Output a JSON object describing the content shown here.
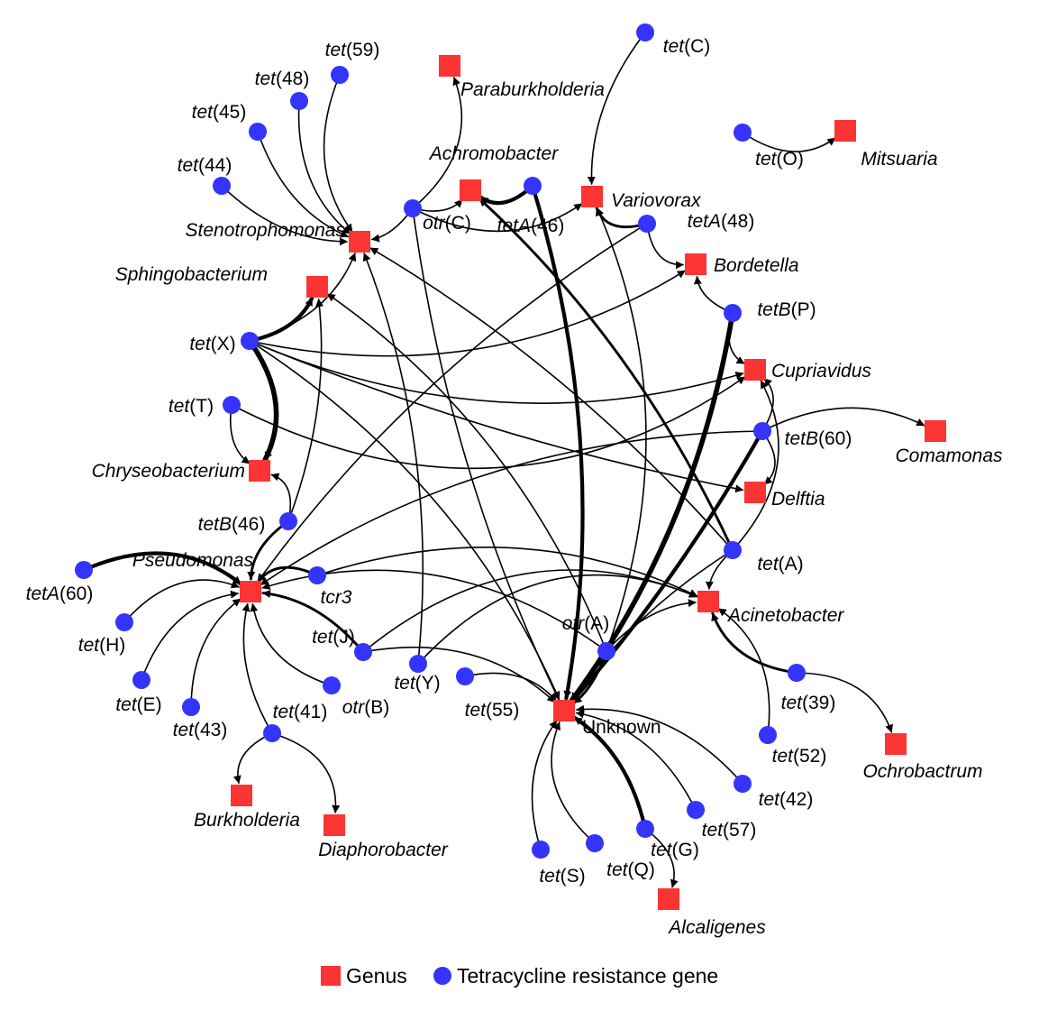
{
  "colors": {
    "genus": "#fc3434",
    "gene": "#3434fc",
    "edge": "#000000"
  },
  "legend": {
    "genus": "Genus",
    "gene": "Tetracycline resistance gene"
  },
  "genera": [
    {
      "id": "paraburkholderia",
      "label": "Paraburkholderia"
    },
    {
      "id": "achromobacter",
      "label": "Achromobacter"
    },
    {
      "id": "variovorax",
      "label": "Variovorax"
    },
    {
      "id": "mitsuaria",
      "label": "Mitsuaria"
    },
    {
      "id": "stenotrophomonas",
      "label": "Stenotrophomonas"
    },
    {
      "id": "bordetella",
      "label": "Bordetella"
    },
    {
      "id": "sphingobacterium",
      "label": "Sphingobacterium"
    },
    {
      "id": "cupriavidus",
      "label": "Cupriavidus"
    },
    {
      "id": "comamonas",
      "label": "Comamonas"
    },
    {
      "id": "chryseobacterium",
      "label": "Chryseobacterium"
    },
    {
      "id": "delftia",
      "label": "Delftia"
    },
    {
      "id": "pseudomonas",
      "label": "Pseudomonas"
    },
    {
      "id": "acinetobacter",
      "label": "Acinetobacter"
    },
    {
      "id": "unknown",
      "label": "Unknown"
    },
    {
      "id": "ochrobactrum",
      "label": "Ochrobactrum"
    },
    {
      "id": "burkholderia",
      "label": "Burkholderia"
    },
    {
      "id": "diaphorobacter",
      "label": "Diaphorobacter"
    },
    {
      "id": "alcaligenes",
      "label": "Alcaligenes"
    }
  ],
  "genes": [
    {
      "id": "tet59",
      "label": [
        {
          "t": "tet",
          "i": true
        },
        {
          "t": "(59)",
          "i": false
        }
      ]
    },
    {
      "id": "tet48",
      "label": [
        {
          "t": "tet",
          "i": true
        },
        {
          "t": "(48)",
          "i": false
        }
      ]
    },
    {
      "id": "tet45",
      "label": [
        {
          "t": "tet",
          "i": true
        },
        {
          "t": "(45)",
          "i": false
        }
      ]
    },
    {
      "id": "tet44",
      "label": [
        {
          "t": "tet",
          "i": true
        },
        {
          "t": "(44)",
          "i": false
        }
      ]
    },
    {
      "id": "tetC",
      "label": [
        {
          "t": "tet",
          "i": true
        },
        {
          "t": "(C)",
          "i": false
        }
      ]
    },
    {
      "id": "tetO",
      "label": [
        {
          "t": "tet",
          "i": true
        },
        {
          "t": "(O)",
          "i": false
        }
      ]
    },
    {
      "id": "otrC",
      "label": [
        {
          "t": "otr",
          "i": true
        },
        {
          "t": "(C)",
          "i": false
        }
      ]
    },
    {
      "id": "tetA46",
      "label": [
        {
          "t": "tetA",
          "i": true
        },
        {
          "t": "(46)",
          "i": false
        }
      ]
    },
    {
      "id": "tetA48",
      "label": [
        {
          "t": "tetA",
          "i": true
        },
        {
          "t": "(48)",
          "i": false
        }
      ]
    },
    {
      "id": "tetBP",
      "label": [
        {
          "t": "tetB",
          "i": true
        },
        {
          "t": "(P)",
          "i": false
        }
      ]
    },
    {
      "id": "tetX",
      "label": [
        {
          "t": "tet",
          "i": true
        },
        {
          "t": "(X)",
          "i": false
        }
      ]
    },
    {
      "id": "tetT",
      "label": [
        {
          "t": "tet",
          "i": true
        },
        {
          "t": "(T)",
          "i": false
        }
      ]
    },
    {
      "id": "tetB60",
      "label": [
        {
          "t": "tetB",
          "i": true
        },
        {
          "t": "(60)",
          "i": false
        }
      ]
    },
    {
      "id": "tetB46",
      "label": [
        {
          "t": "tetB",
          "i": true
        },
        {
          "t": "(46)",
          "i": false
        }
      ]
    },
    {
      "id": "tetA",
      "label": [
        {
          "t": "tet",
          "i": true
        },
        {
          "t": "(A)",
          "i": false
        }
      ]
    },
    {
      "id": "tetA60",
      "label": [
        {
          "t": "tetA",
          "i": true
        },
        {
          "t": "(60)",
          "i": false
        }
      ]
    },
    {
      "id": "tcr3",
      "label": [
        {
          "t": "tcr3",
          "i": true
        }
      ]
    },
    {
      "id": "tetH",
      "label": [
        {
          "t": "tet",
          "i": true
        },
        {
          "t": "(H)",
          "i": false
        }
      ]
    },
    {
      "id": "otrA",
      "label": [
        {
          "t": "otr",
          "i": true
        },
        {
          "t": "(A)",
          "i": false
        }
      ]
    },
    {
      "id": "tetJ",
      "label": [
        {
          "t": "tet",
          "i": true
        },
        {
          "t": "(J)",
          "i": false
        }
      ]
    },
    {
      "id": "tetE",
      "label": [
        {
          "t": "tet",
          "i": true
        },
        {
          "t": "(E)",
          "i": false
        }
      ]
    },
    {
      "id": "tetY",
      "label": [
        {
          "t": "tet",
          "i": true
        },
        {
          "t": "(Y)",
          "i": false
        }
      ]
    },
    {
      "id": "tet55",
      "label": [
        {
          "t": "tet",
          "i": true
        },
        {
          "t": "(55)",
          "i": false
        }
      ]
    },
    {
      "id": "otrB",
      "label": [
        {
          "t": "otr",
          "i": true
        },
        {
          "t": "(B)",
          "i": false
        }
      ]
    },
    {
      "id": "tet43",
      "label": [
        {
          "t": "tet",
          "i": true
        },
        {
          "t": "(43)",
          "i": false
        }
      ]
    },
    {
      "id": "tet41",
      "label": [
        {
          "t": "tet",
          "i": true
        },
        {
          "t": "(41)",
          "i": false
        }
      ]
    },
    {
      "id": "tet39",
      "label": [
        {
          "t": "tet",
          "i": true
        },
        {
          "t": "(39)",
          "i": false
        }
      ]
    },
    {
      "id": "tet52",
      "label": [
        {
          "t": "tet",
          "i": true
        },
        {
          "t": "(52)",
          "i": false
        }
      ]
    },
    {
      "id": "tet42",
      "label": [
        {
          "t": "tet",
          "i": true
        },
        {
          "t": "(42)",
          "i": false
        }
      ]
    },
    {
      "id": "tet57",
      "label": [
        {
          "t": "tet",
          "i": true
        },
        {
          "t": "(57)",
          "i": false
        }
      ]
    },
    {
      "id": "tetG",
      "label": [
        {
          "t": "tet",
          "i": true
        },
        {
          "t": "(G)",
          "i": false
        }
      ]
    },
    {
      "id": "tetS",
      "label": [
        {
          "t": "tet",
          "i": true
        },
        {
          "t": "(S)",
          "i": false
        }
      ]
    },
    {
      "id": "tetQ",
      "label": [
        {
          "t": "tet",
          "i": true
        },
        {
          "t": "(Q)",
          "i": false
        }
      ]
    }
  ],
  "edges": [
    {
      "from": "tet59",
      "to": "stenotrophomonas",
      "weight": 1
    },
    {
      "from": "tet48",
      "to": "stenotrophomonas",
      "weight": 1
    },
    {
      "from": "tet45",
      "to": "stenotrophomonas",
      "weight": 1
    },
    {
      "from": "tet44",
      "to": "stenotrophomonas",
      "weight": 1
    },
    {
      "from": "tetX",
      "to": "stenotrophomonas",
      "weight": 1
    },
    {
      "from": "otrC",
      "to": "stenotrophomonas",
      "weight": 1
    },
    {
      "from": "otrC",
      "to": "paraburkholderia",
      "weight": 1
    },
    {
      "from": "otrC",
      "to": "achromobacter",
      "weight": 1
    },
    {
      "from": "otrC",
      "to": "variovorax",
      "weight": 1
    },
    {
      "from": "otrC",
      "to": "unknown",
      "weight": 1
    },
    {
      "from": "tetC",
      "to": "variovorax",
      "weight": 1
    },
    {
      "from": "tetO",
      "to": "mitsuaria",
      "weight": 1
    },
    {
      "from": "tetA46",
      "to": "achromobacter",
      "weight": 3
    },
    {
      "from": "tetA46",
      "to": "unknown",
      "weight": 3
    },
    {
      "from": "tetA48",
      "to": "variovorax",
      "weight": 2
    },
    {
      "from": "tetA48",
      "to": "bordetella",
      "weight": 1
    },
    {
      "from": "tetA48",
      "to": "pseudomonas",
      "weight": 1
    },
    {
      "from": "tetBP",
      "to": "bordetella",
      "weight": 1
    },
    {
      "from": "tetBP",
      "to": "cupriavidus",
      "weight": 1
    },
    {
      "from": "tetBP",
      "to": "unknown",
      "weight": 4
    },
    {
      "from": "tetX",
      "to": "sphingobacterium",
      "weight": 3
    },
    {
      "from": "tetX",
      "to": "bordetella",
      "weight": 1
    },
    {
      "from": "tetX",
      "to": "cupriavidus",
      "weight": 1
    },
    {
      "from": "tetX",
      "to": "chryseobacterium",
      "weight": 4
    },
    {
      "from": "tetX",
      "to": "delftia",
      "weight": 1
    },
    {
      "from": "tetX",
      "to": "unknown",
      "weight": 1
    },
    {
      "from": "tetT",
      "to": "chryseobacterium",
      "weight": 1
    },
    {
      "from": "tetT",
      "to": "cupriavidus",
      "weight": 1
    },
    {
      "from": "tetB60",
      "to": "comamonas",
      "weight": 1
    },
    {
      "from": "tetB60",
      "to": "cupriavidus",
      "weight": 1
    },
    {
      "from": "tetB60",
      "to": "delftia",
      "weight": 1
    },
    {
      "from": "tetB60",
      "to": "unknown",
      "weight": 3
    },
    {
      "from": "tetB60",
      "to": "pseudomonas",
      "weight": 1
    },
    {
      "from": "tetB46",
      "to": "chryseobacterium",
      "weight": 1
    },
    {
      "from": "tetB46",
      "to": "sphingobacterium",
      "weight": 1
    },
    {
      "from": "tetB46",
      "to": "pseudomonas",
      "weight": 2
    },
    {
      "from": "tetA",
      "to": "achromobacter",
      "weight": 2
    },
    {
      "from": "tetA",
      "to": "cupriavidus",
      "weight": 1
    },
    {
      "from": "tetA",
      "to": "acinetobacter",
      "weight": 1
    },
    {
      "from": "tetA",
      "to": "unknown",
      "weight": 1
    },
    {
      "from": "tetA",
      "to": "stenotrophomonas",
      "weight": 1
    },
    {
      "from": "tetA60",
      "to": "pseudomonas",
      "weight": 3
    },
    {
      "from": "tcr3",
      "to": "pseudomonas",
      "weight": 2
    },
    {
      "from": "tcr3",
      "to": "acinetobacter",
      "weight": 1
    },
    {
      "from": "tetH",
      "to": "pseudomonas",
      "weight": 1
    },
    {
      "from": "tetE",
      "to": "pseudomonas",
      "weight": 1
    },
    {
      "from": "tet43",
      "to": "pseudomonas",
      "weight": 1
    },
    {
      "from": "otrB",
      "to": "pseudomonas",
      "weight": 1
    },
    {
      "from": "tet41",
      "to": "pseudomonas",
      "weight": 1
    },
    {
      "from": "tet41",
      "to": "burkholderia",
      "weight": 1
    },
    {
      "from": "tet41",
      "to": "diaphorobacter",
      "weight": 1
    },
    {
      "from": "tetJ",
      "to": "pseudomonas",
      "weight": 2
    },
    {
      "from": "tetJ",
      "to": "unknown",
      "weight": 1
    },
    {
      "from": "tetJ",
      "to": "acinetobacter",
      "weight": 1
    },
    {
      "from": "tetY",
      "to": "acinetobacter",
      "weight": 1
    },
    {
      "from": "tetY",
      "to": "stenotrophomonas",
      "weight": 1
    },
    {
      "from": "tet55",
      "to": "unknown",
      "weight": 1
    },
    {
      "from": "otrA",
      "to": "unknown",
      "weight": 2
    },
    {
      "from": "otrA",
      "to": "pseudomonas",
      "weight": 1
    },
    {
      "from": "otrA",
      "to": "acinetobacter",
      "weight": 1
    },
    {
      "from": "otrA",
      "to": "variovorax",
      "weight": 1
    },
    {
      "from": "otrA",
      "to": "sphingobacterium",
      "weight": 1
    },
    {
      "from": "tet39",
      "to": "acinetobacter",
      "weight": 2
    },
    {
      "from": "tet39",
      "to": "ochrobactrum",
      "weight": 1
    },
    {
      "from": "tet52",
      "to": "acinetobacter",
      "weight": 1
    },
    {
      "from": "tet42",
      "to": "unknown",
      "weight": 1
    },
    {
      "from": "tet57",
      "to": "unknown",
      "weight": 1
    },
    {
      "from": "tetG",
      "to": "unknown",
      "weight": 3
    },
    {
      "from": "tetG",
      "to": "alcaligenes",
      "weight": 1
    },
    {
      "from": "tetS",
      "to": "unknown",
      "weight": 1
    },
    {
      "from": "tetQ",
      "to": "unknown",
      "weight": 1
    }
  ]
}
